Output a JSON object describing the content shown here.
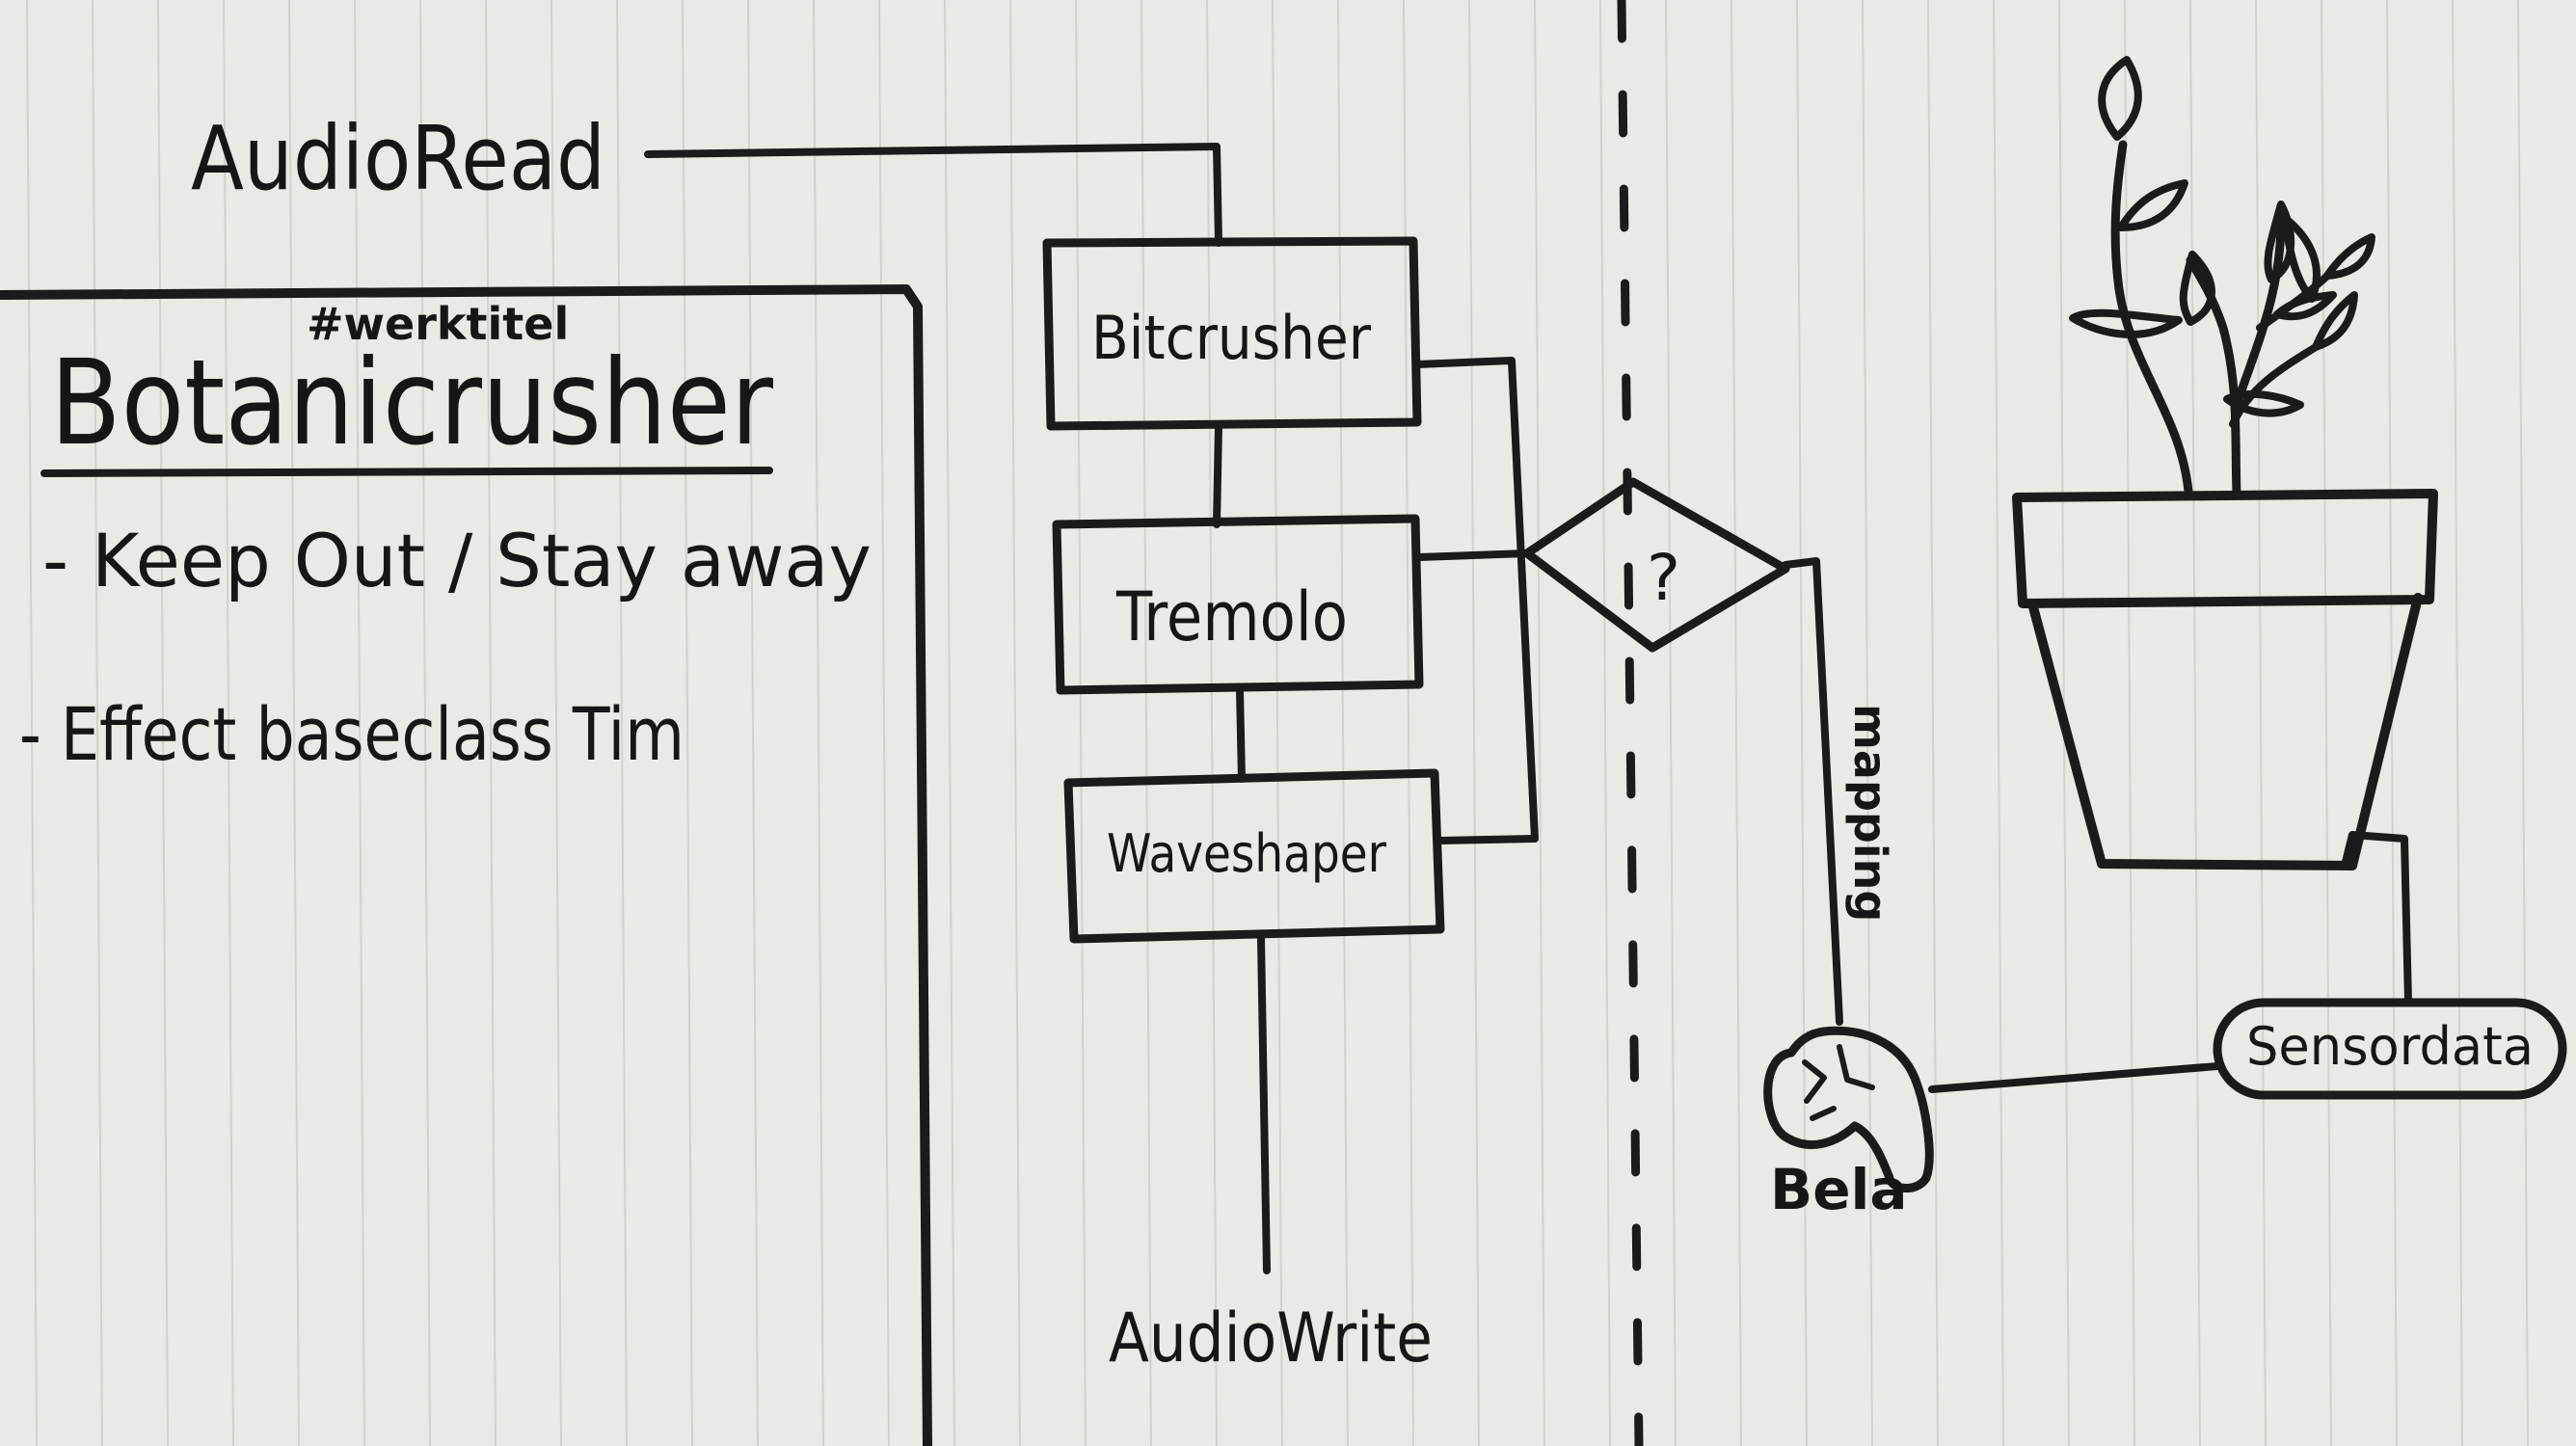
{
  "sketch": {
    "input_label": "AudioRead",
    "output_label": "AudioWrite",
    "effects": [
      {
        "label": "Bitcrusher"
      },
      {
        "label": "Tremolo"
      },
      {
        "label": "Waveshaper"
      }
    ],
    "decision_symbol": "?",
    "mapping_label": "mapping",
    "board_label": "Bela",
    "sensor_label": "Sensordata"
  },
  "notes": {
    "tag": "#werktitel",
    "title": "Botanicrusher",
    "items": [
      "- Keep Out / Stay away",
      "- Effect baseclass Tim"
    ]
  },
  "colors": {
    "paper": "#ebe9e5",
    "ruling": "#d3d1cd",
    "ink": "#1b1b1b"
  }
}
